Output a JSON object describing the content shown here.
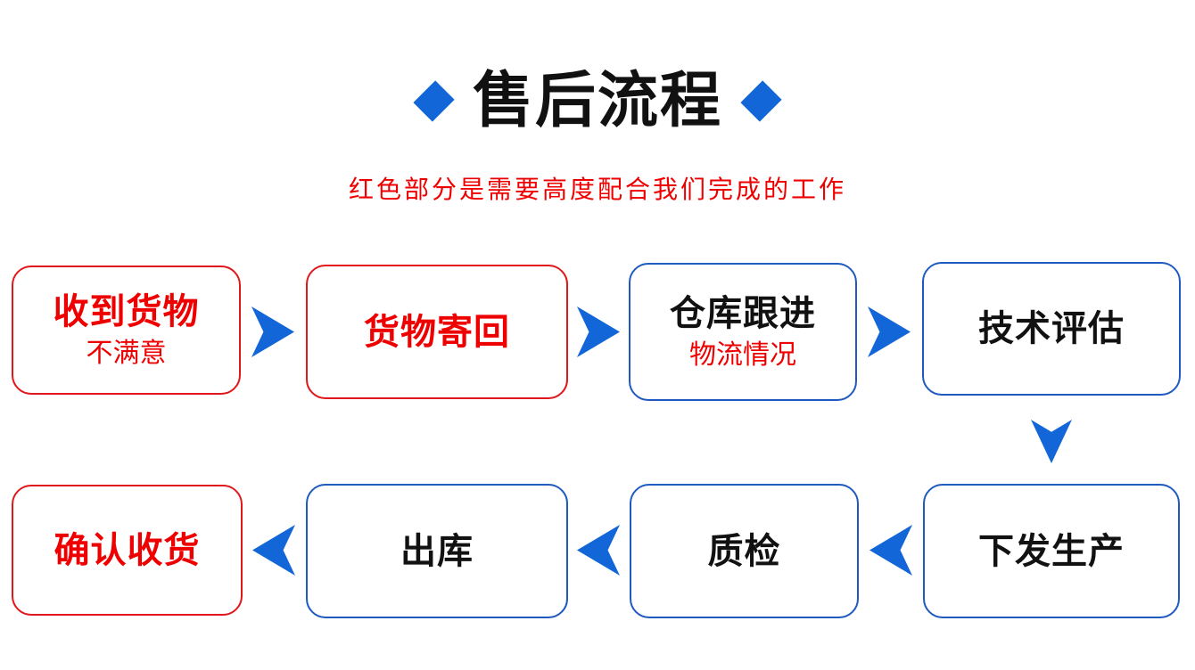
{
  "header": {
    "title": "售后流程",
    "subtitle": "红色部分是需要高度配合我们完成的工作"
  },
  "icons": {
    "left_diamond": "diamond-icon",
    "right_diamond": "diamond-icon",
    "arrow_right": "arrow-right-icon",
    "arrow_left": "arrow-left-icon",
    "arrow_down": "arrow-down-icon"
  },
  "flow": {
    "nodes": [
      {
        "title": "收到货物",
        "subtitle": "不满意",
        "box_color": "red",
        "title_color": "red"
      },
      {
        "title": "货物寄回",
        "subtitle": "",
        "box_color": "red",
        "title_color": "red"
      },
      {
        "title": "仓库跟进",
        "subtitle": "物流情况",
        "box_color": "blue",
        "title_color": "black",
        "subtitle_color": "red"
      },
      {
        "title": "技术评估",
        "subtitle": "",
        "box_color": "blue",
        "title_color": "black"
      },
      {
        "title": "下发生产",
        "subtitle": "",
        "box_color": "blue",
        "title_color": "black"
      },
      {
        "title": "质检",
        "subtitle": "",
        "box_color": "blue",
        "title_color": "black"
      },
      {
        "title": "出库",
        "subtitle": "",
        "box_color": "blue",
        "title_color": "black"
      },
      {
        "title": "确认收货",
        "subtitle": "",
        "box_color": "red",
        "title_color": "red"
      }
    ],
    "sequence_note": "top row left-to-right then down, bottom row right-to-left"
  },
  "colors": {
    "red": "#ee0000",
    "red_border": "#e0181c",
    "blue_border": "#1f5ac0",
    "arrow_blue": "#1266d8",
    "ink": "#111111"
  }
}
